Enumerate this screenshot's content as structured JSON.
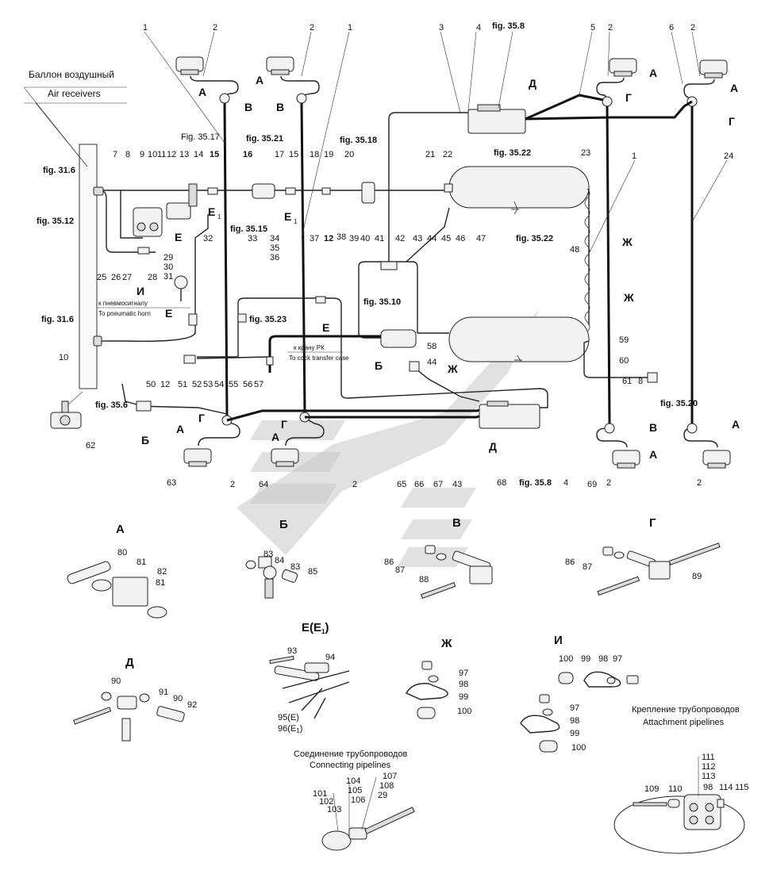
{
  "header": {
    "receiver_ru": "Баллон воздушный",
    "receiver_en": "Air receivers"
  },
  "figs": {
    "f31_6": "fig. 31.6",
    "f35_12": "fig. 35.12",
    "f35_17": "Fig. 35.17",
    "f35_15": "fig. 35.15",
    "f35_21": "fig. 35.21",
    "f35_18": "fig. 35.18",
    "f35_22": "fig. 35.22",
    "f35_8": "fig. 35.8",
    "f35_10": "fig. 35.10",
    "f35_23": "fig. 35.23",
    "f35_6": "fig. 35.6",
    "f35_20": "fig. 35.20"
  },
  "notes": {
    "horn_ru": "к пневмосигналу",
    "horn_en": "To pneumatic horn",
    "rk_ru": "к крану РК",
    "rk_en": "To cock transfer case"
  },
  "letters": {
    "A": "А",
    "B": "В",
    "G": "Г",
    "D": "Д",
    "E": "Е",
    "E1": "Е",
    "E1_sub": "1",
    "Zh": "Ж",
    "I": "И",
    "Bb": "Б"
  },
  "sections": {
    "A": "А",
    "Bb": "Б",
    "B": "В",
    "G": "Г",
    "D": "Д",
    "E": "Е(Е",
    "E_sub": "1",
    "E_end": ")",
    "Zh": "Ж",
    "I": "И"
  },
  "captions": {
    "connect_ru": "Соединение трубопроводов",
    "connect_en": "Connecting pipelines",
    "attach_ru": "Крепление трубопроводов",
    "attach_en": "Attachment pipelines"
  },
  "top_numbers": [
    "1",
    "2",
    "2",
    "1",
    "3",
    "4",
    "5",
    "2",
    "6",
    "2"
  ],
  "mid_numbers": [
    "7",
    "8",
    "9",
    "10",
    "11",
    "12",
    "13",
    "14",
    "15",
    "16",
    "17",
    "15",
    "18",
    "19",
    "20",
    "21",
    "22",
    "23",
    "24"
  ],
  "row_numbers": [
    "25",
    "26",
    "27",
    "28",
    "29",
    "30",
    "31",
    "32",
    "33",
    "34",
    "35",
    "36",
    "37",
    "12",
    "38",
    "39",
    "40",
    "41",
    "42",
    "43",
    "44",
    "45",
    "46",
    "47",
    "48"
  ],
  "lower_numbers": [
    "10",
    "50",
    "12",
    "51",
    "52",
    "53",
    "54",
    "55",
    "56",
    "57",
    "58",
    "44",
    "59",
    "60",
    "61",
    "8",
    "62",
    "63",
    "2",
    "64",
    "2",
    "65",
    "66",
    "67",
    "43",
    "68",
    "4",
    "69",
    "2"
  ],
  "detail_numbers": {
    "A": [
      "80",
      "81",
      "82",
      "81"
    ],
    "Bb": [
      "83",
      "84",
      "83",
      "85"
    ],
    "B": [
      "86",
      "87",
      "88"
    ],
    "G": [
      "86",
      "87",
      "89"
    ],
    "D": [
      "90",
      "91",
      "90",
      "92"
    ],
    "E": [
      "93",
      "94",
      "95(E)",
      "96(E"
    ],
    "E_sub": "1",
    "E_end": ")",
    "Zh": [
      "97",
      "98",
      "99",
      "100"
    ],
    "I": [
      "100",
      "99",
      "98",
      "97",
      "97",
      "98",
      "99",
      "100"
    ],
    "connect": [
      "101",
      "102",
      "103",
      "104",
      "105",
      "106",
      "107",
      "108",
      "29"
    ],
    "attach": [
      "109",
      "110",
      "111",
      "112",
      "113",
      "98",
      "114",
      "115"
    ]
  }
}
